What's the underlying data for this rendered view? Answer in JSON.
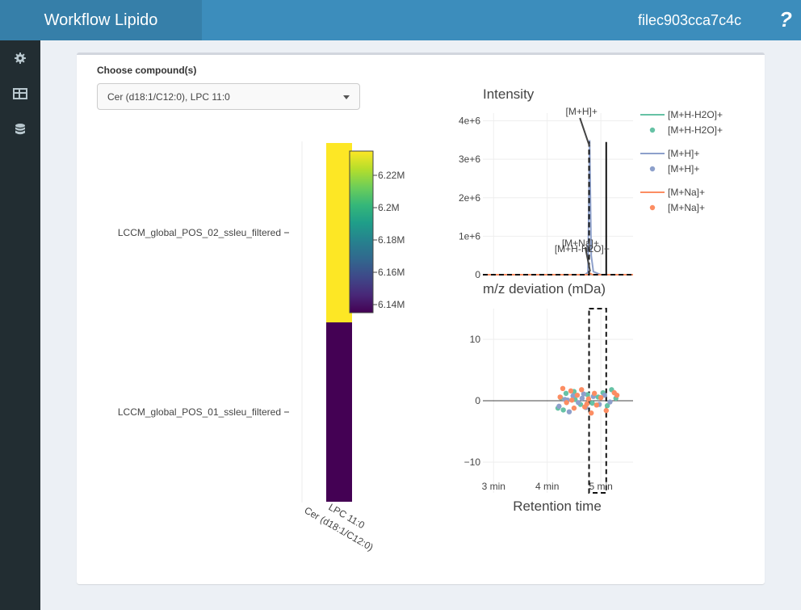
{
  "header": {
    "title": "Workflow Lipido",
    "file": "filec903cca7c4c",
    "help": "?"
  },
  "sidebar": {
    "items": [
      {
        "icon": "gear-icon"
      },
      {
        "icon": "table-icon"
      },
      {
        "icon": "database-icon"
      }
    ]
  },
  "compound_select": {
    "label": "Choose compound(s)",
    "value": "Cer (d18:1/C12:0), LPC 11:0"
  },
  "heatmap": {
    "y_labels": [
      "LCCM_global_POS_02_ssleu_filtered",
      "LCCM_global_POS_01_ssleu_filtered"
    ],
    "x_labels": [
      "Cer (d18:1/C12:0)",
      "LPC 11:0"
    ],
    "colorbar_ticks": [
      "6.22M",
      "6.2M",
      "6.18M",
      "6.16M",
      "6.14M"
    ]
  },
  "intensity_plot": {
    "title": "Intensity",
    "y_ticks": [
      "4e+6",
      "3e+6",
      "2e+6",
      "1e+6",
      "0"
    ],
    "annotations": [
      "[M+H]+",
      "[M+Na]+",
      "[M+H-H2O]+"
    ]
  },
  "deviation_plot": {
    "title": "m/z deviation (mDa)",
    "y_ticks": [
      "10",
      "0",
      "−10"
    ],
    "x_ticks": [
      "3 min",
      "4 min",
      "5 min"
    ],
    "x_title": "Retention time"
  },
  "legend": [
    {
      "line": "[M+H-H2O]+",
      "point": "[M+H-H2O]+",
      "color": "#66c2a5"
    },
    {
      "line": "[M+H]+",
      "point": "[M+H]+",
      "color": "#8da0cb"
    },
    {
      "line": "[M+Na]+",
      "point": "[M+Na]+",
      "color": "#fc8d62"
    }
  ],
  "chart_data": [
    {
      "type": "heatmap",
      "x": [
        "Cer (d18:1/C12:0)",
        "LPC 11:0"
      ],
      "y": [
        "LCCM_global_POS_02_ssleu_filtered",
        "LCCM_global_POS_01_ssleu_filtered"
      ],
      "values": [
        [
          null,
          6230000
        ],
        [
          null,
          6135000
        ]
      ],
      "colorscale": "viridis",
      "zlim": [
        6135000,
        6235000
      ],
      "colorbar_ticks": [
        "6.22M",
        "6.2M",
        "6.18M",
        "6.16M",
        "6.14M"
      ]
    },
    {
      "type": "line",
      "title": "Intensity",
      "xlim": [
        2.8,
        5.6
      ],
      "ylim": [
        0,
        4200000
      ],
      "series": [
        {
          "name": "[M+H-H2O]+",
          "x": [
            2.8,
            4.7,
            4.78,
            4.8,
            4.83,
            5.6
          ],
          "y": [
            0,
            0,
            0,
            20000,
            0,
            0
          ]
        },
        {
          "name": "[M+H]+",
          "x": [
            2.8,
            4.7,
            4.76,
            4.79,
            4.82,
            4.86,
            5.0,
            5.6
          ],
          "y": [
            0,
            0,
            60000,
            3500000,
            500000,
            80000,
            0,
            0
          ]
        },
        {
          "name": "[M+Na]+",
          "x": [
            2.8,
            4.7,
            4.78,
            4.81,
            4.84,
            5.6
          ],
          "y": [
            0,
            0,
            0,
            30000,
            0,
            0
          ]
        }
      ],
      "annotations": [
        {
          "text": "[M+H]+",
          "x": 4.79,
          "y": 3500000
        },
        {
          "text": "[M+Na]+",
          "x": 4.8,
          "y": 30000
        },
        {
          "text": "[M+H-H2O]+",
          "x": 4.8,
          "y": 20000
        }
      ],
      "rect_x": [
        4.78,
        5.1
      ]
    },
    {
      "type": "scatter",
      "title": "m/z deviation (mDa)",
      "xlabel": "Retention time",
      "x_ticks": [
        "3 min",
        "4 min",
        "5 min"
      ],
      "xlim": [
        2.8,
        5.6
      ],
      "ylim": [
        -15,
        15
      ],
      "rect_x": [
        4.78,
        5.1
      ],
      "series": [
        {
          "name": "[M+H-H2O]+",
          "x": [
            4.2,
            4.25,
            4.35,
            4.52,
            4.62,
            4.75,
            4.84,
            4.95,
            5.04,
            5.12,
            5.2,
            5.28,
            4.3,
            4.5
          ],
          "y": [
            -1.2,
            0.5,
            1.2,
            0.2,
            -0.6,
            1.0,
            -0.4,
            0.6,
            1.3,
            -0.8,
            1.8,
            0.4,
            -1.5,
            1.5
          ]
        },
        {
          "name": "[M+H]+",
          "x": [
            4.22,
            4.33,
            4.41,
            4.48,
            4.58,
            4.68,
            4.72,
            4.86,
            4.97,
            5.07,
            5.17,
            4.38,
            4.65
          ],
          "y": [
            -0.9,
            0.2,
            -1.8,
            0.8,
            -0.3,
            1.1,
            -1.1,
            0.7,
            -0.6,
            0.9,
            -0.2,
            0.1,
            0.4
          ]
        },
        {
          "name": "[M+Na]+",
          "x": [
            4.24,
            4.29,
            4.36,
            4.44,
            4.5,
            4.56,
            4.64,
            4.7,
            4.77,
            4.82,
            4.88,
            4.92,
            5.0,
            5.1,
            5.25,
            5.3,
            4.46,
            4.74
          ],
          "y": [
            0.6,
            2.0,
            -0.3,
            1.6,
            -1.2,
            0.9,
            1.8,
            -1.0,
            0.3,
            -2.0,
            1.2,
            -0.7,
            0.5,
            -1.6,
            1.3,
            0.9,
            0.1,
            -0.5
          ]
        }
      ]
    }
  ]
}
